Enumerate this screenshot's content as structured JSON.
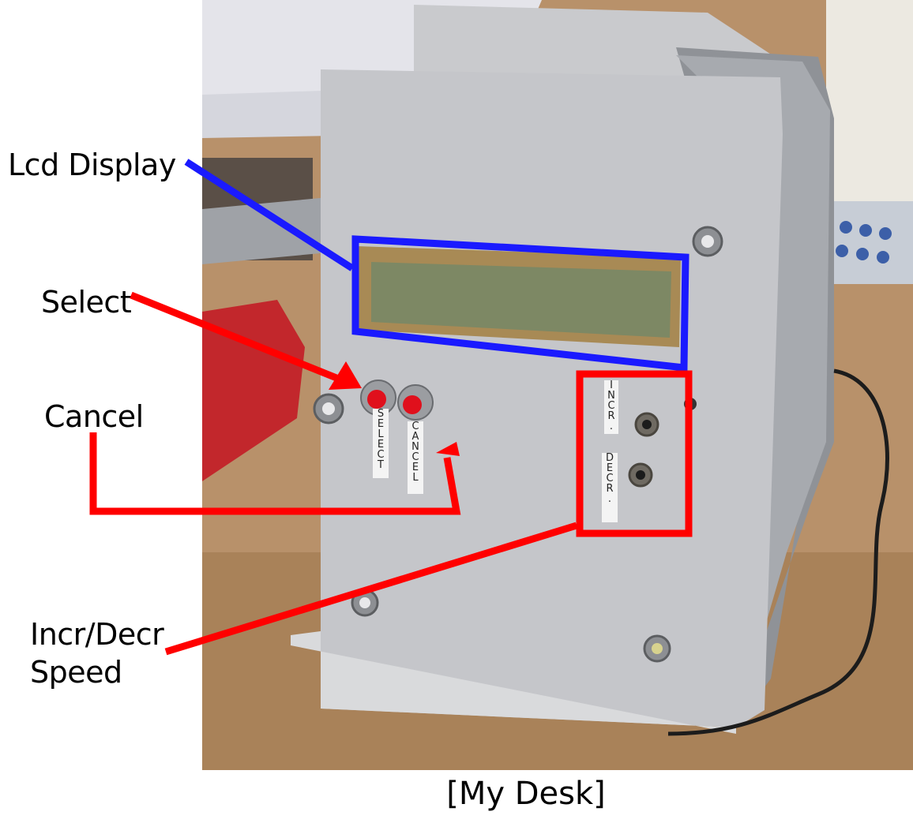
{
  "annotations": {
    "lcd_display": "Lcd Display",
    "select": "Select",
    "cancel": "Cancel",
    "speed_line1": "Incr/Decr",
    "speed_line2": "Speed"
  },
  "device_labels": {
    "select": "SELECT",
    "cancel": "CANCEL",
    "incr": "INCR.",
    "decr": "DECR."
  },
  "caption": "[My Desk]",
  "colors": {
    "lcd_callout": "#1a1aff",
    "button_callout": "#ff0000",
    "red_button": "#e0101c"
  }
}
